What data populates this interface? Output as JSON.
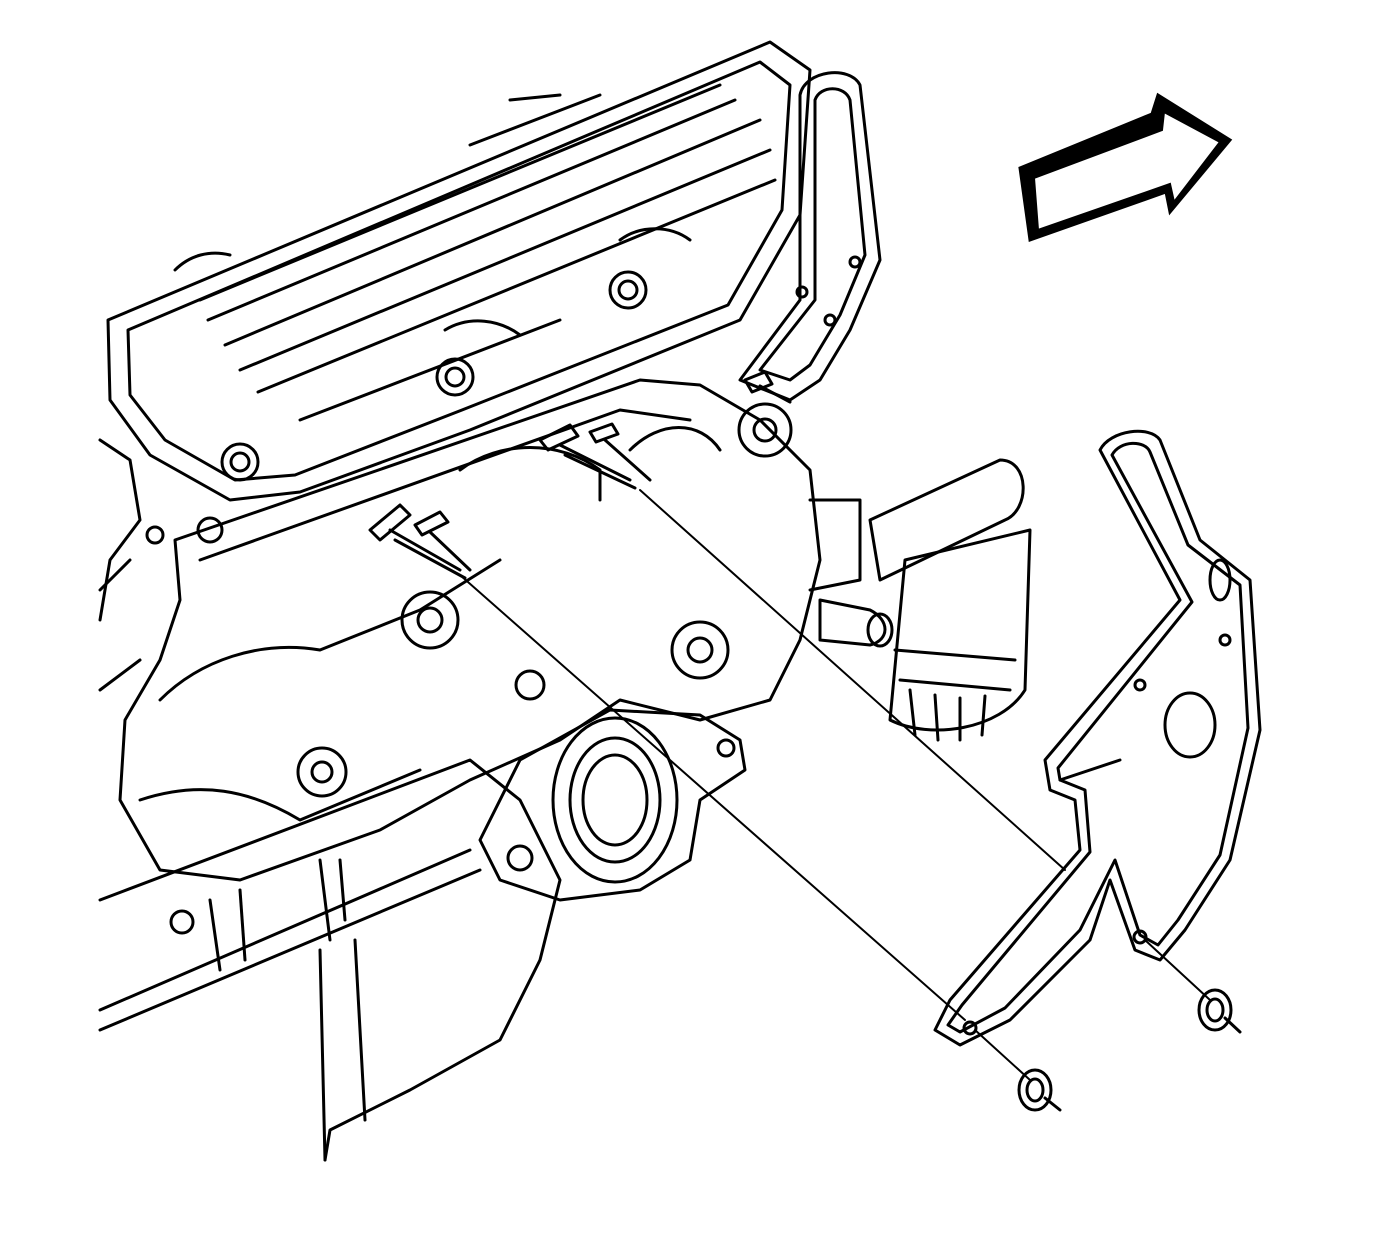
{
  "diagram": {
    "style": "black-and-white line art",
    "stroke_color": "#000000",
    "background_color": "#ffffff",
    "parts": [
      "valve-cover",
      "exhaust-manifold",
      "exhaust-flange",
      "bracket",
      "bolts",
      "nuts",
      "oil-filter",
      "direction-arrow"
    ],
    "direction_arrow_icon": "arrow-right-up-icon"
  }
}
